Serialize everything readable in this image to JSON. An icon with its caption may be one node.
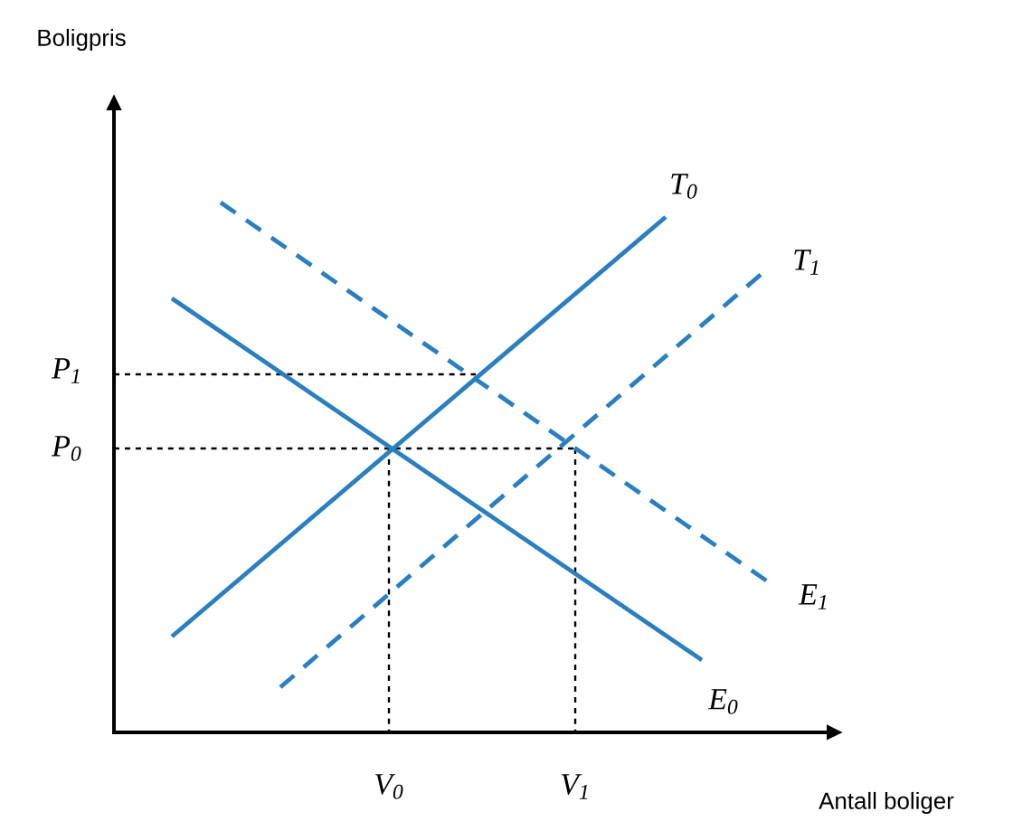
{
  "diagram": {
    "labels": [
      "Boligpris",
      "T$_{0}$",
      "T$_{1}$",
      "P$_{1}$",
      "P$_{0}$",
      "E$_{1}$",
      "E$_{0}$",
      "V$_{0}$",
      "V$_{1}$",
      "Antall boliger"
    ]
  }
}
